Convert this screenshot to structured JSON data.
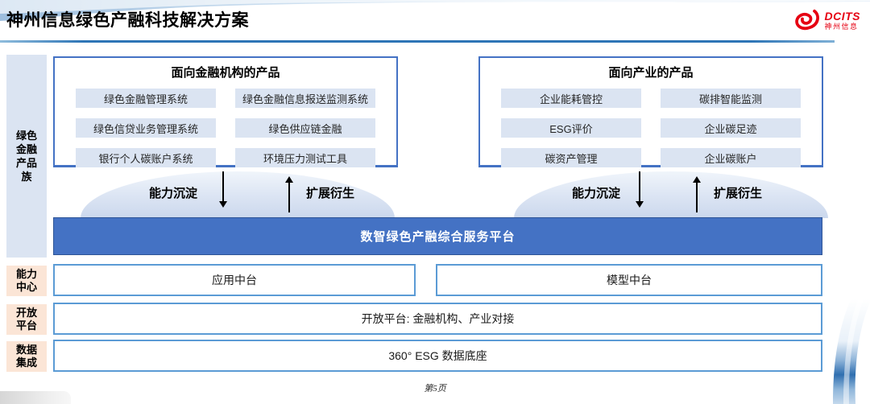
{
  "slide": {
    "title": "神州信息绿色产融科技解决方案",
    "page_number": "第5页"
  },
  "logo": {
    "name": "DCITS",
    "caption": "神州信息"
  },
  "product_family": {
    "side_label_lines": [
      "绿色",
      "金融",
      "产品",
      "族"
    ],
    "finance_box": {
      "title": "面向金融机构的产品",
      "items": [
        "绿色金融管理系统",
        "绿色金融信息报送监测系统",
        "绿色信贷业务管理系统",
        "绿色供应链金融",
        "银行个人碳账户系统",
        "环境压力测试工具"
      ]
    },
    "industry_box": {
      "title": "面向产业的产品",
      "items": [
        "企业能耗管控",
        "碳排智能监测",
        "ESG评价",
        "企业碳足迹",
        "碳资产管理",
        "企业碳账户"
      ]
    }
  },
  "flows": {
    "down_label": "能力沉淀",
    "up_label": "扩展衍生"
  },
  "platform_bar": {
    "label": "数智绿色产融综合服务平台"
  },
  "layers": [
    {
      "side_lines": [
        "能力",
        "中心"
      ],
      "boxes": [
        "应用中台",
        "模型中台"
      ]
    },
    {
      "side_lines": [
        "开放",
        "平台"
      ],
      "boxes": [
        "开放平台: 金融机构、产业对接"
      ]
    },
    {
      "side_lines": [
        "数据",
        "集成"
      ],
      "boxes": [
        "360° ESG 数据底座"
      ]
    }
  ],
  "colors": {
    "accent_blue": "#4472c4",
    "light_blue_fill": "#dbe4f2",
    "row_box_border": "#5b9bd5",
    "peach_fill": "#fbe5d6",
    "header_rule": "#2e75b6",
    "logo_red": "#e60012"
  }
}
